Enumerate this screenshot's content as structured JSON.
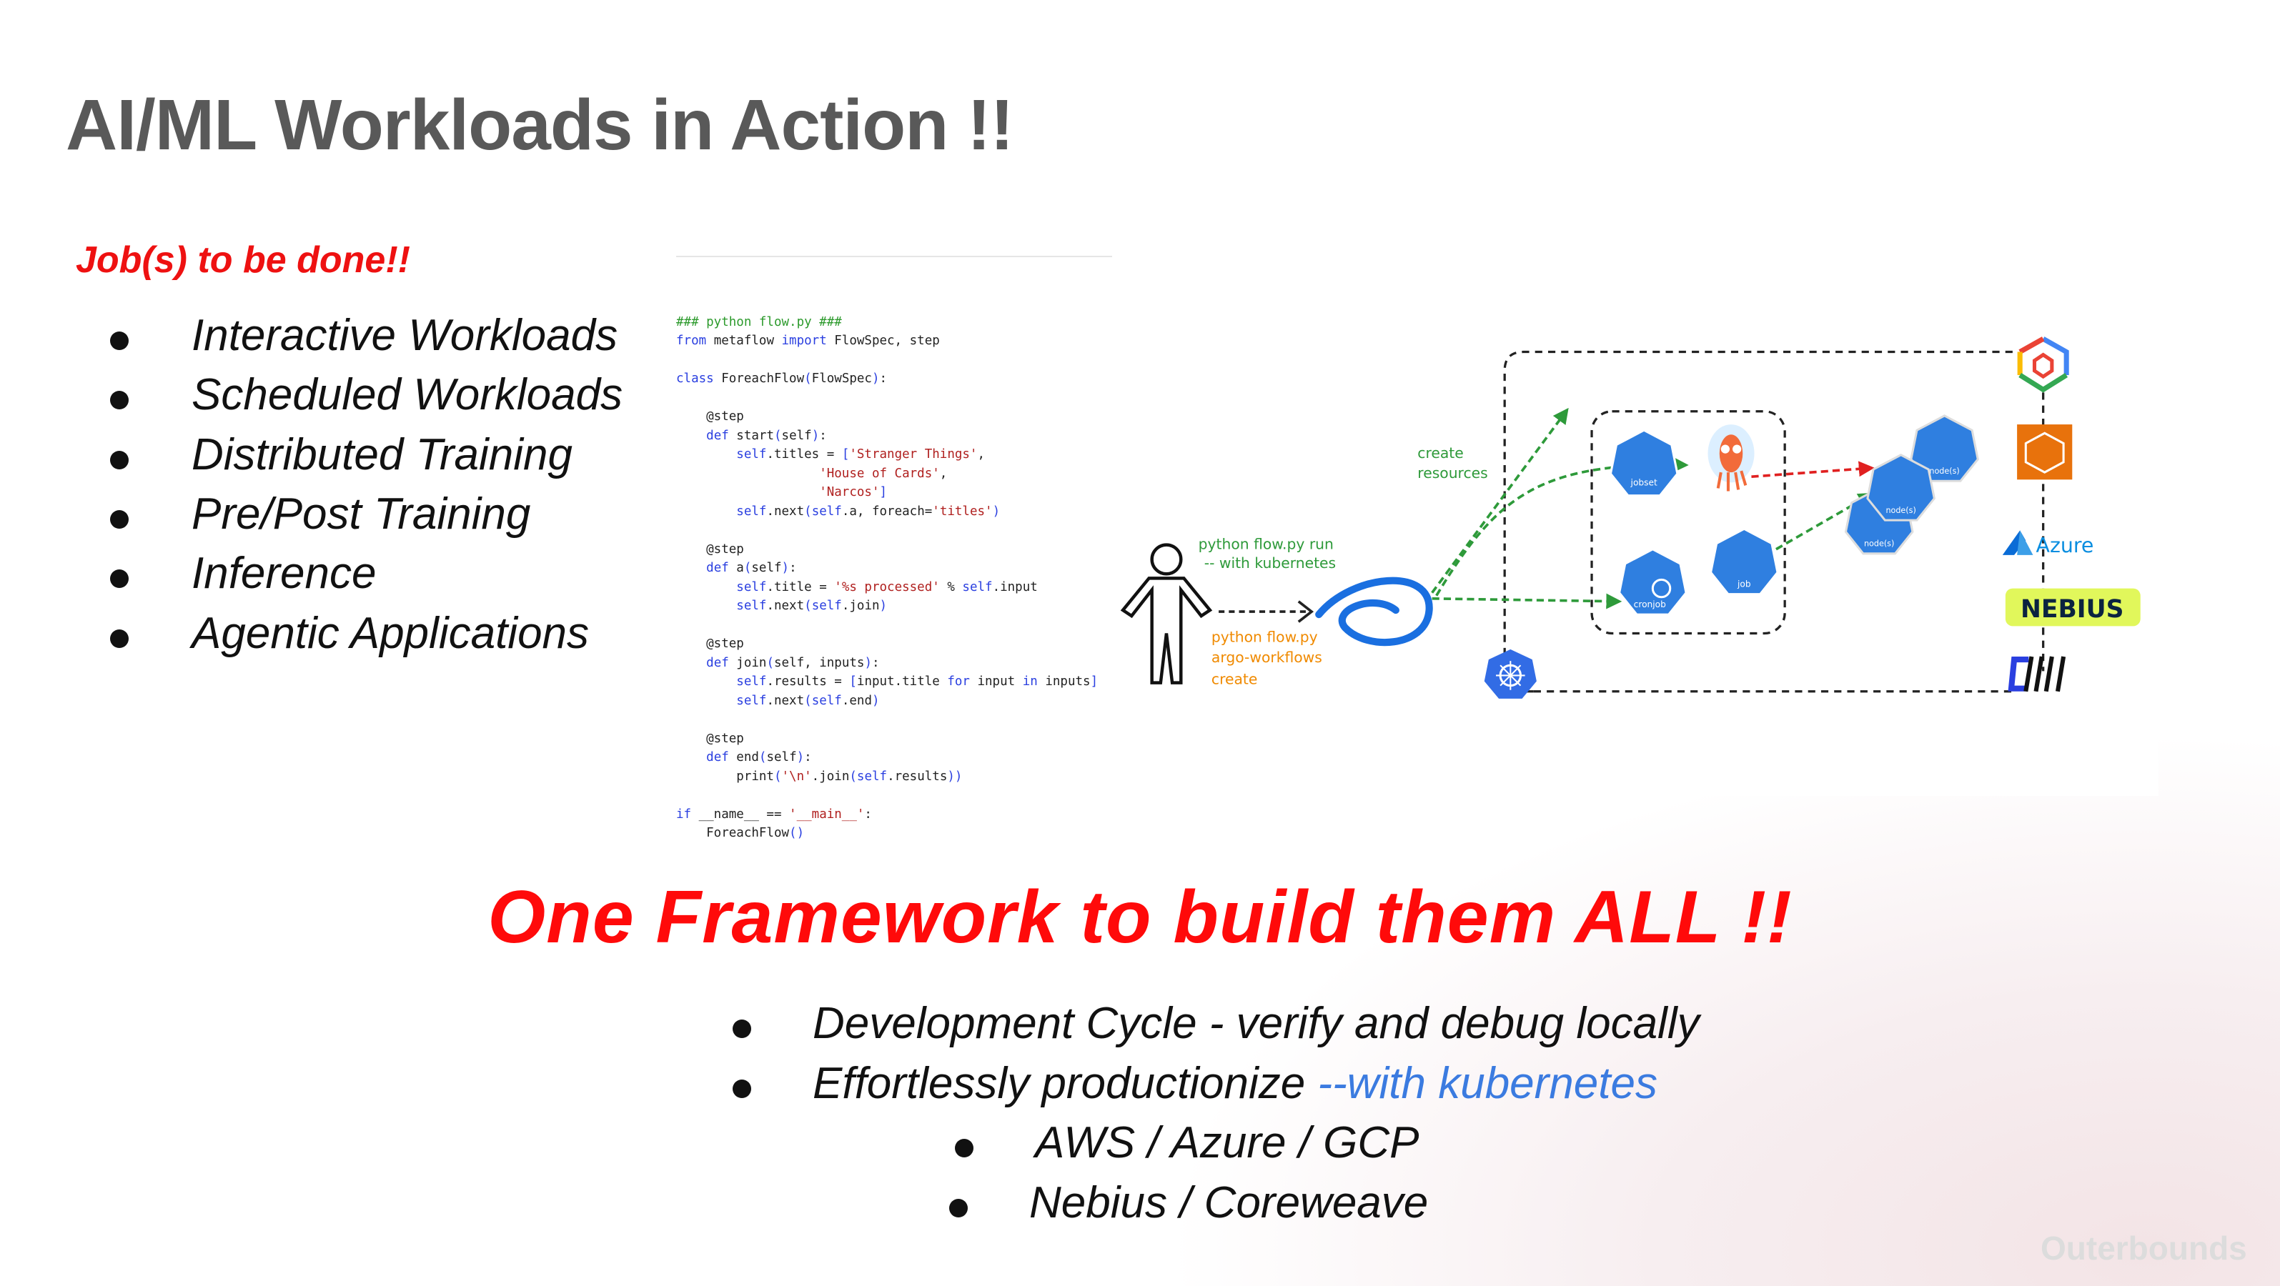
{
  "slide": {
    "title": "AI/ML Workloads in Action !!",
    "jobs_heading": "Job(s) to be done!!",
    "jobs": [
      "Interactive Workloads",
      "Scheduled Workloads",
      "Distributed Training",
      "Pre/Post Training",
      "Inference",
      "Agentic Applications"
    ],
    "tagline": "One Framework to build them ALL !!",
    "benefits": [
      {
        "text": "Development Cycle - verify and debug locally",
        "accent": ""
      },
      {
        "text": "Effortlessly productionize ",
        "accent": "--with kubernetes"
      }
    ],
    "clouds": [
      "AWS / Azure / GCP",
      "Nebius / Coreweave"
    ],
    "watermark": "Outerbounds",
    "colors": {
      "title": "#595959",
      "accent_red": "#ff0a0a",
      "accent_blue": "#3b7be0",
      "diagram_green": "#2e9a3a",
      "diagram_orange": "#f08a00",
      "k8s_blue": "#326ce5"
    }
  },
  "code": {
    "lines": [
      [
        [
          "### python flow.py ###",
          "c"
        ]
      ],
      [
        [
          "from",
          "k"
        ],
        [
          " metaflow ",
          ""
        ],
        [
          "import",
          "k"
        ],
        [
          " FlowSpec, step",
          ""
        ]
      ],
      [],
      [
        [
          "class",
          "k"
        ],
        [
          " ForeachFlow",
          ""
        ],
        [
          "(",
          "k"
        ],
        [
          "FlowSpec",
          ""
        ],
        [
          ")",
          "k"
        ],
        [
          ":",
          ""
        ]
      ],
      [],
      [
        [
          "    @step",
          ""
        ]
      ],
      [
        [
          "    ",
          ""
        ],
        [
          "def",
          "k"
        ],
        [
          " start",
          ""
        ],
        [
          "(",
          "k"
        ],
        [
          "self",
          ""
        ],
        [
          ")",
          "k"
        ],
        [
          ":",
          ""
        ]
      ],
      [
        [
          "        ",
          ""
        ],
        [
          "self",
          "k"
        ],
        [
          ".titles = ",
          ""
        ],
        [
          "[",
          "k"
        ],
        [
          "'Stranger Things'",
          "s"
        ],
        [
          ",",
          ""
        ]
      ],
      [
        [
          "                   ",
          ""
        ],
        [
          "'House of Cards'",
          "s"
        ],
        [
          ",",
          ""
        ]
      ],
      [
        [
          "                   ",
          ""
        ],
        [
          "'Narcos'",
          "s"
        ],
        [
          "]",
          "k"
        ]
      ],
      [
        [
          "        ",
          ""
        ],
        [
          "self",
          "k"
        ],
        [
          ".next",
          ""
        ],
        [
          "(",
          "k"
        ],
        [
          "self",
          "k"
        ],
        [
          ".a, foreach=",
          ""
        ],
        [
          "'titles'",
          "s"
        ],
        [
          ")",
          "k"
        ]
      ],
      [],
      [
        [
          "    @step",
          ""
        ]
      ],
      [
        [
          "    ",
          ""
        ],
        [
          "def",
          "k"
        ],
        [
          " a",
          ""
        ],
        [
          "(",
          "k"
        ],
        [
          "self",
          ""
        ],
        [
          ")",
          "k"
        ],
        [
          ":",
          ""
        ]
      ],
      [
        [
          "        ",
          ""
        ],
        [
          "self",
          "k"
        ],
        [
          ".title = ",
          ""
        ],
        [
          "'%s processed'",
          "s"
        ],
        [
          " % ",
          ""
        ],
        [
          "self",
          "k"
        ],
        [
          ".input",
          ""
        ]
      ],
      [
        [
          "        ",
          ""
        ],
        [
          "self",
          "k"
        ],
        [
          ".next",
          ""
        ],
        [
          "(",
          "k"
        ],
        [
          "self",
          "k"
        ],
        [
          ".join",
          ""
        ],
        [
          ")",
          "k"
        ]
      ],
      [],
      [
        [
          "    @step",
          ""
        ]
      ],
      [
        [
          "    ",
          ""
        ],
        [
          "def",
          "k"
        ],
        [
          " join",
          ""
        ],
        [
          "(",
          "k"
        ],
        [
          "self, inputs",
          ""
        ],
        [
          ")",
          "k"
        ],
        [
          ":",
          ""
        ]
      ],
      [
        [
          "        ",
          ""
        ],
        [
          "self",
          "k"
        ],
        [
          ".results = ",
          ""
        ],
        [
          "[",
          "k"
        ],
        [
          "input.title ",
          ""
        ],
        [
          "for",
          "k"
        ],
        [
          " input ",
          ""
        ],
        [
          "in",
          "k"
        ],
        [
          " inputs",
          ""
        ],
        [
          "]",
          "k"
        ]
      ],
      [
        [
          "        ",
          ""
        ],
        [
          "self",
          "k"
        ],
        [
          ".next",
          ""
        ],
        [
          "(",
          "k"
        ],
        [
          "self",
          "k"
        ],
        [
          ".end",
          ""
        ],
        [
          ")",
          "k"
        ]
      ],
      [],
      [
        [
          "    @step",
          ""
        ]
      ],
      [
        [
          "    ",
          ""
        ],
        [
          "def",
          "k"
        ],
        [
          " end",
          ""
        ],
        [
          "(",
          "k"
        ],
        [
          "self",
          ""
        ],
        [
          ")",
          "k"
        ],
        [
          ":",
          ""
        ]
      ],
      [
        [
          "        print",
          ""
        ],
        [
          "(",
          "k"
        ],
        [
          "'\\n'",
          "s"
        ],
        [
          ".join",
          ""
        ],
        [
          "(",
          "k"
        ],
        [
          "self",
          "k"
        ],
        [
          ".results",
          ""
        ],
        [
          "))",
          "k"
        ]
      ],
      [],
      [
        [
          "if",
          "k"
        ],
        [
          " __name__ == ",
          ""
        ],
        [
          "'__main__'",
          "s"
        ],
        [
          ":",
          ""
        ]
      ],
      [
        [
          "    ForeachFlow",
          ""
        ],
        [
          "()",
          "k"
        ]
      ]
    ]
  },
  "diagram": {
    "run_label_1": "python flow.py run",
    "run_label_2": "-- with kubernetes",
    "argo_label_1": "python flow.py",
    "argo_label_2": "argo-workflows",
    "argo_label_3": "create",
    "create_label_1": "create",
    "create_label_2": "resources",
    "jobset": "jobset",
    "cronjob": "cronjob",
    "job": "job",
    "nodes": "node(s)",
    "azure": "Azure",
    "nebius": "NEBIUS",
    "icons": [
      "person-icon",
      "metaflow-logo",
      "kubernetes-icon",
      "argo-icon",
      "gcp-logo",
      "aws-eks-logo",
      "azure-logo",
      "nebius-logo",
      "coreweave-logo"
    ]
  }
}
